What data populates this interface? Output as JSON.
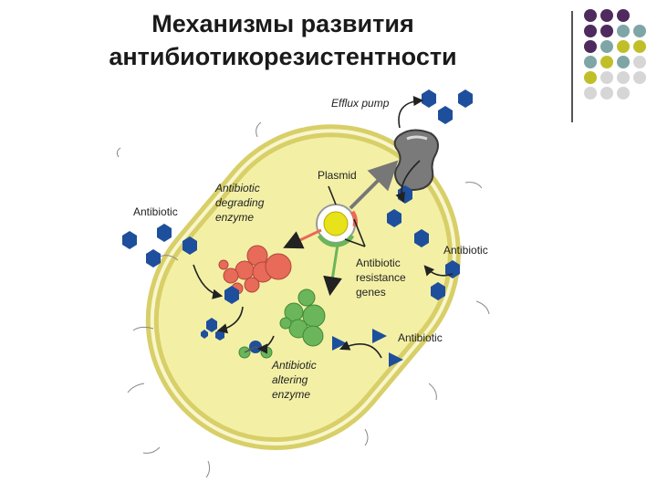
{
  "title": {
    "line1": "Механизмы развития",
    "line2": "антибиотикорезистентности"
  },
  "labels": {
    "efflux_pump": "Efflux pump",
    "plasmid": "Plasmid",
    "antibiotic_left": "Antibiotic",
    "antibiotic_right": "Antibiotic",
    "antibiotic_bottom": "Antibiotic",
    "degrading_enzyme": [
      "Antibiotic",
      "degrading",
      "enzyme"
    ],
    "resistance_genes": [
      "Antibiotic",
      "resistance",
      "genes"
    ],
    "altering_enzyme": [
      "Antibiotic",
      "altering",
      "enzyme"
    ]
  },
  "colors": {
    "cell_fill": "#f3f0a6",
    "cell_border": "#d8cf68",
    "antibiotic": "#1e4f9c",
    "degrading_enzyme": "#e86a58",
    "altering_enzyme": "#6bb55a",
    "pump": "#7a7a7a",
    "deco_purple": "#4e2a5e",
    "deco_teal": "#7fa6a6",
    "deco_olive": "#c0bf2a",
    "deco_gray": "#d6d6d6"
  },
  "decor_grid": [
    [
      "deco_purple",
      "deco_purple",
      "deco_purple",
      ""
    ],
    [
      "deco_purple",
      "deco_purple",
      "deco_teal",
      "deco_teal"
    ],
    [
      "deco_purple",
      "deco_teal",
      "deco_olive",
      "deco_olive"
    ],
    [
      "deco_teal",
      "deco_olive",
      "deco_teal",
      "deco_gray"
    ],
    [
      "deco_olive",
      "deco_gray",
      "deco_gray",
      "deco_gray"
    ],
    [
      "deco_gray",
      "deco_gray",
      "deco_gray",
      ""
    ]
  ]
}
